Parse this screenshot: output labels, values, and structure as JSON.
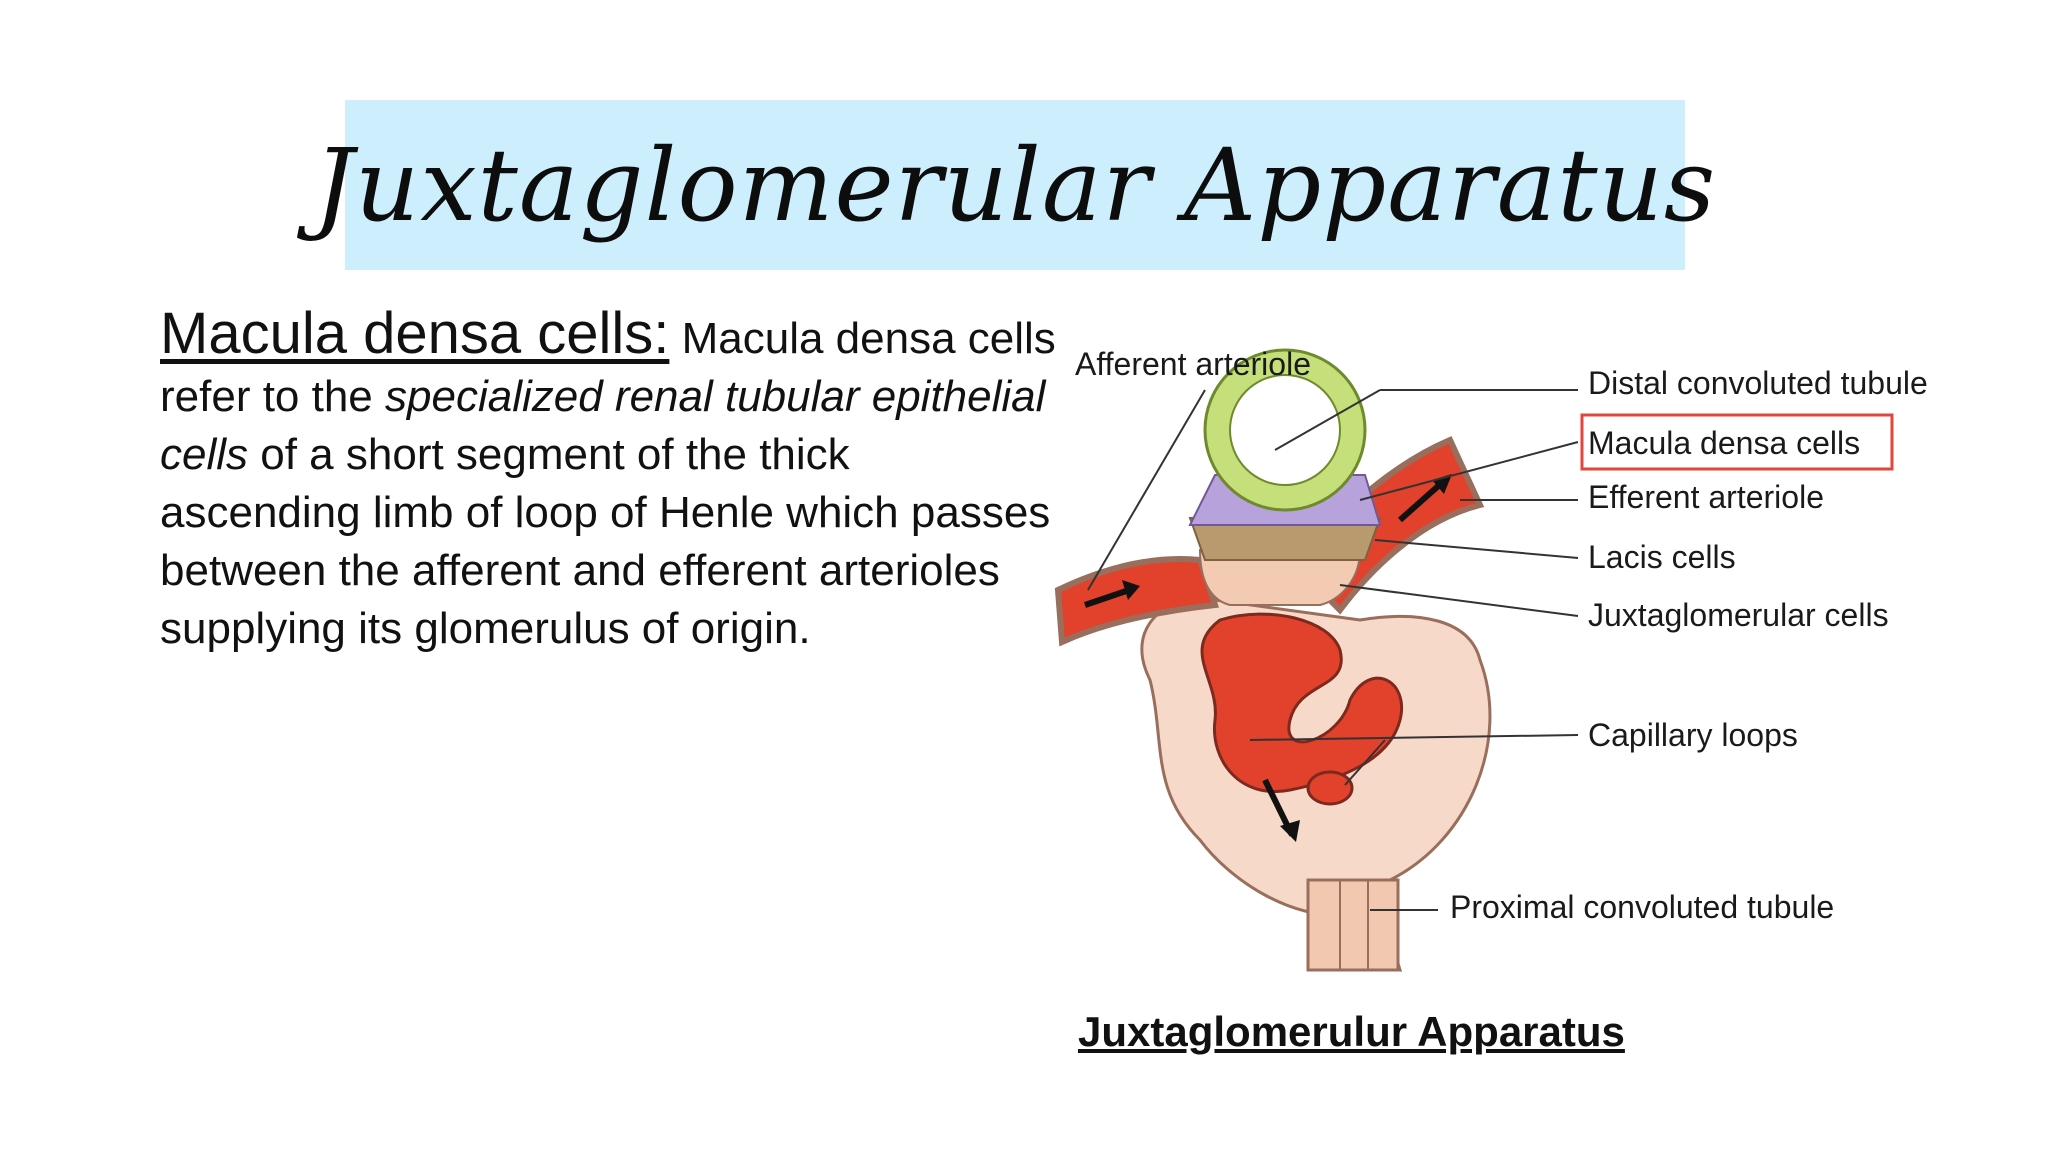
{
  "slide": {
    "title": "Juxtaglomerular Apparatus",
    "body": {
      "heading": "Macula densa cells:",
      "part1": " Macula densa cells refer to the ",
      "emphasis1": "specialized renal tubular epithelial cells",
      "part2": " of a short segment of the thick ascending limb of loop of Henle which passes between the afferent and efferent arterioles supplying its glomerulus of origin."
    },
    "diagram": {
      "labels": {
        "afferent_arteriole": "Afferent arteriole",
        "distal_convoluted_tubule": "Distal convoluted tubule",
        "macula_densa_cells": "Macula densa cells",
        "efferent_arteriole": "Efferent arteriole",
        "lacis_cells": "Lacis cells",
        "juxtaglomerular_cells": "Juxtaglomerular cells",
        "capillary_loops": "Capillary loops",
        "proximal_convoluted_tubule": "Proximal convoluted tubule"
      },
      "highlight_color": "#e0463c",
      "colors": {
        "tubule_green": "#c5e07a",
        "macula_purple": "#b7a2dc",
        "lacis_brown": "#b99a6e",
        "blood_red": "#e2412b",
        "tissue_pink": "#f7d9c9"
      }
    },
    "caption": "Juxtaglomerulur Apparatus",
    "colors": {
      "title_band": "#cdeefc"
    }
  }
}
